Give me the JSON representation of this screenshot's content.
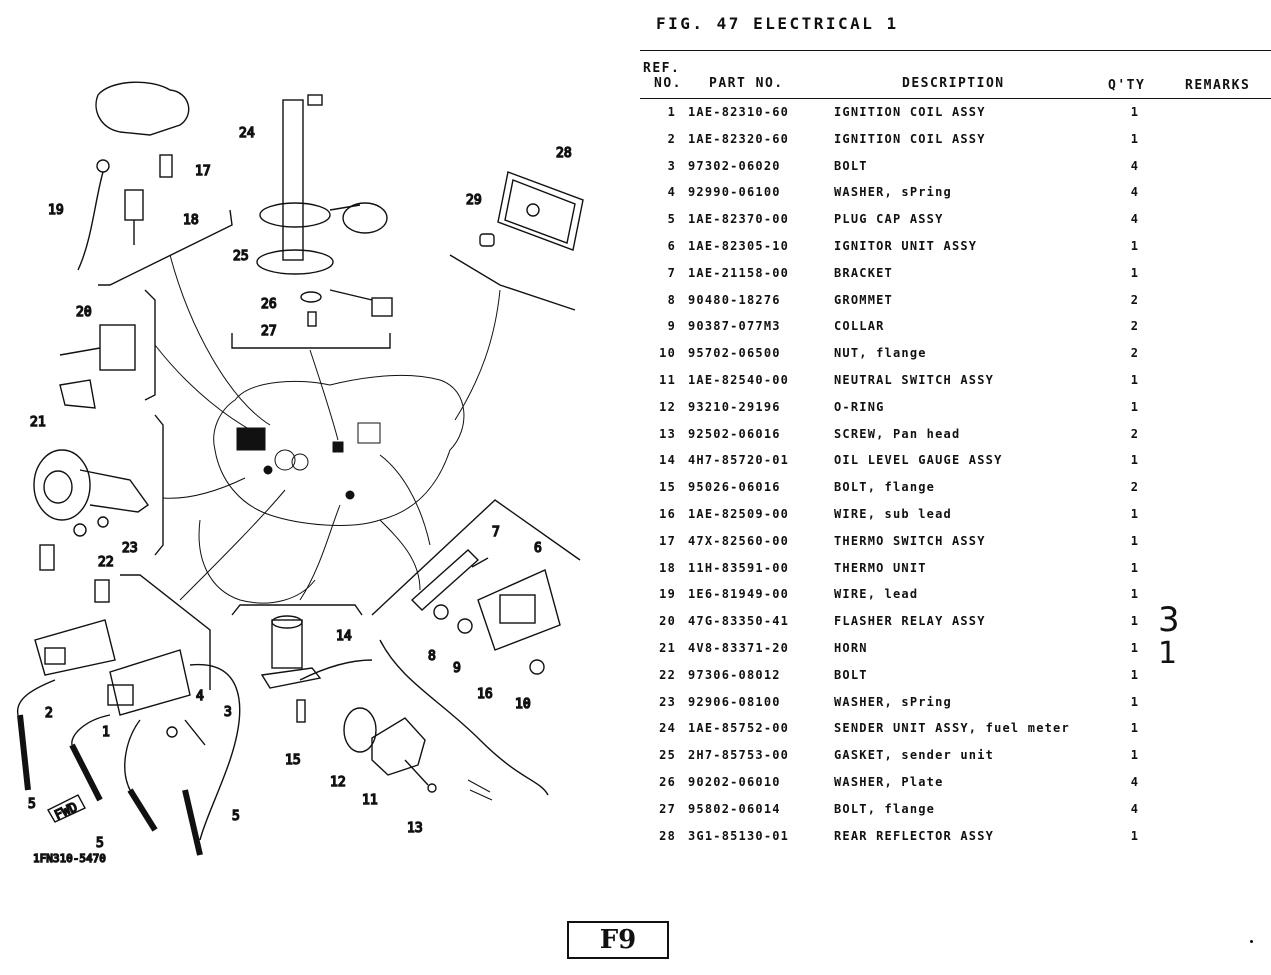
{
  "figure": {
    "title": "FIG. 47   ELECTRICAL 1",
    "code": "1FN310-5470",
    "page_badge": "F9"
  },
  "columns": {
    "ref": "REF.",
    "no": "NO.",
    "part_no": "PART NO.",
    "description": "DESCRIPTION",
    "qty": "Q'TY",
    "remarks": "REMARKS"
  },
  "parts": [
    {
      "ref": "1",
      "part": "1AE-82310-60",
      "desc": "IGNITION COIL ASSY",
      "qty": "1"
    },
    {
      "ref": "2",
      "part": "1AE-82320-60",
      "desc": "IGNITION COIL ASSY",
      "qty": "1"
    },
    {
      "ref": "3",
      "part": "97302-06020",
      "desc": "BOLT",
      "qty": "4"
    },
    {
      "ref": "4",
      "part": "92990-06100",
      "desc": "WASHER, sPring",
      "qty": "4"
    },
    {
      "ref": "5",
      "part": "1AE-82370-00",
      "desc": "PLUG CAP ASSY",
      "qty": "4"
    },
    {
      "ref": "6",
      "part": "1AE-82305-10",
      "desc": "IGNITOR UNIT ASSY",
      "qty": "1"
    },
    {
      "ref": "7",
      "part": "1AE-21158-00",
      "desc": "BRACKET",
      "qty": "1"
    },
    {
      "ref": "8",
      "part": "90480-18276",
      "desc": "GROMMET",
      "qty": "2"
    },
    {
      "ref": "9",
      "part": "90387-077M3",
      "desc": "COLLAR",
      "qty": "2"
    },
    {
      "ref": "10",
      "part": "95702-06500",
      "desc": "NUT, flange",
      "qty": "2"
    },
    {
      "ref": "11",
      "part": "1AE-82540-00",
      "desc": "NEUTRAL SWITCH ASSY",
      "qty": "1"
    },
    {
      "ref": "12",
      "part": "93210-29196",
      "desc": "O-RING",
      "qty": "1"
    },
    {
      "ref": "13",
      "part": "92502-06016",
      "desc": "SCREW, Pan head",
      "qty": "2"
    },
    {
      "ref": "14",
      "part": "4H7-85720-01",
      "desc": "OIL LEVEL GAUGE ASSY",
      "qty": "1"
    },
    {
      "ref": "15",
      "part": "95026-06016",
      "desc": "BOLT, flange",
      "qty": "2"
    },
    {
      "ref": "16",
      "part": "1AE-82509-00",
      "desc": "WIRE, sub lead",
      "qty": "1"
    },
    {
      "ref": "17",
      "part": "47X-82560-00",
      "desc": "THERMO SWITCH ASSY",
      "qty": "1"
    },
    {
      "ref": "18",
      "part": "11H-83591-00",
      "desc": "THERMO UNIT",
      "qty": "1"
    },
    {
      "ref": "19",
      "part": "1E6-81949-00",
      "desc": "WIRE, lead",
      "qty": "1"
    },
    {
      "ref": "20",
      "part": "47G-83350-41",
      "desc": "FLASHER RELAY ASSY",
      "qty": "1"
    },
    {
      "ref": "21",
      "part": "4V8-83371-20",
      "desc": "HORN",
      "qty": "1"
    },
    {
      "ref": "22",
      "part": "97306-08012",
      "desc": "BOLT",
      "qty": "1"
    },
    {
      "ref": "23",
      "part": "92906-08100",
      "desc": "WASHER, sPring",
      "qty": "1"
    },
    {
      "ref": "24",
      "part": "1AE-85752-00",
      "desc": "SENDER UNIT ASSY, fuel meter",
      "qty": "1"
    },
    {
      "ref": "25",
      "part": "2H7-85753-00",
      "desc": "GASKET, sender unit",
      "qty": "1"
    },
    {
      "ref": "26",
      "part": "90202-06010",
      "desc": "WASHER, Plate",
      "qty": "4"
    },
    {
      "ref": "27",
      "part": "95802-06014",
      "desc": "BOLT, flange",
      "qty": "4"
    },
    {
      "ref": "28",
      "part": "3G1-85130-01",
      "desc": "REAR REFLECTOR ASSY",
      "qty": "1"
    }
  ],
  "handwriting": {
    "top": "3",
    "bottom": "1"
  },
  "callouts": [
    "1",
    "2",
    "3",
    "4",
    "5",
    "5",
    "5",
    "6",
    "7",
    "8",
    "9",
    "10",
    "11",
    "12",
    "13",
    "14",
    "15",
    "16",
    "17",
    "18",
    "19",
    "20",
    "21",
    "22",
    "23",
    "24",
    "25",
    "26",
    "27",
    "28",
    "29"
  ],
  "fwd_label": "FWD"
}
